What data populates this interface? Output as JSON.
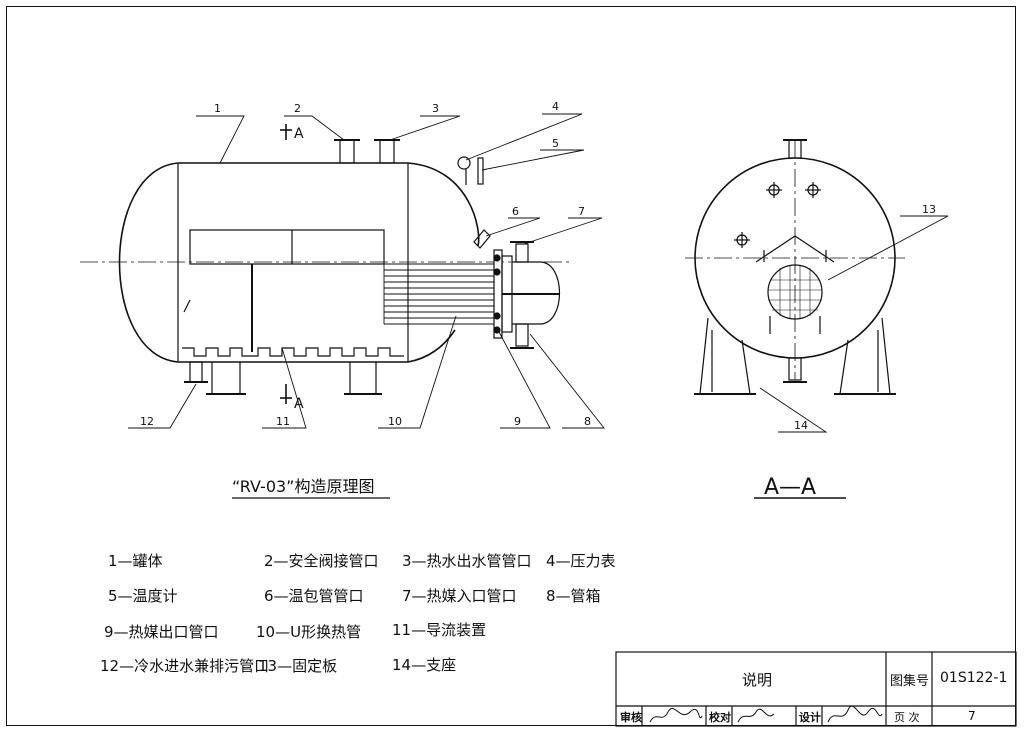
{
  "drawing": {
    "main_title": "“RV-03”构造原理图",
    "section_title": "A—A",
    "section_mark": "A",
    "callouts": [
      "1",
      "2",
      "3",
      "4",
      "5",
      "6",
      "7",
      "8",
      "9",
      "10",
      "11",
      "12",
      "13",
      "14"
    ]
  },
  "legend": [
    "1—罐体",
    "2—安全阀接管口",
    "3—热水出水管管口",
    "4—压力表",
    "5—温度计",
    "6—温包管管口",
    "7—热媒入口管口",
    "8—管箱",
    "9—热媒出口管口",
    "10—U形换热管",
    "11—导流装置",
    "12—冷水进水兼排污管口",
    "13—固定板",
    "14—支座"
  ],
  "title_block": {
    "title": "说明",
    "atlas_label": "图集号",
    "atlas_no": "01S122-1",
    "review_label": "审核",
    "check_label": "校对",
    "design_label": "设计",
    "page_label": "页 次",
    "page_no": "7"
  }
}
